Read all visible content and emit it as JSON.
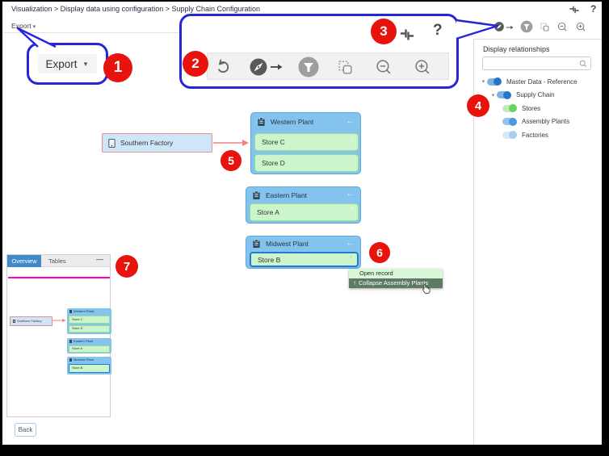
{
  "page": {
    "breadcrumb": "Visualization > Display data using configuration > Supply Chain Configuration"
  },
  "export_menu": {
    "label": "Export"
  },
  "zoom_callout_export": {
    "label": "Export"
  },
  "topbar": {
    "help": "?"
  },
  "zoom_callout_toolbar": {
    "help": "?",
    "icons": [
      "undo",
      "navigate-arrow",
      "filter",
      "copy",
      "zoom-out",
      "zoom-in",
      "fit-view",
      "help"
    ]
  },
  "callout_numbers": {
    "n1": "1",
    "n2": "2",
    "n3": "3",
    "n4": "4",
    "n5": "5",
    "n6": "6",
    "n7": "7"
  },
  "icons": {
    "caret": "▾",
    "left_arrow": "←",
    "up_arrow": "↑",
    "minimize": "—"
  },
  "sidebar": {
    "title": "Display relationships",
    "search_placeholder": "",
    "tree": [
      {
        "label": "Master Data - Reference",
        "toggle": "on-blue",
        "expanded": true
      },
      {
        "label": "Supply Chain",
        "toggle": "on-blue",
        "expanded": true
      },
      {
        "label": "Stores",
        "toggle": "on-green"
      },
      {
        "label": "Assembly Plants",
        "toggle": "on-blue"
      },
      {
        "label": "Factories",
        "toggle": "on-pale-blue"
      }
    ]
  },
  "canvas": {
    "factory_label": "Southern Factory",
    "plants": [
      {
        "title": "Western Plant",
        "stores": [
          "Store C",
          "Store D"
        ]
      },
      {
        "title": "Eastern Plant",
        "stores": [
          "Store A"
        ]
      },
      {
        "title": "Midwest Plant",
        "stores": [
          "Store B"
        ]
      }
    ],
    "context_menu": {
      "open": "Open record",
      "collapse": "Collapse Assembly Plants"
    }
  },
  "overview": {
    "tab_overview": "Overview",
    "tab_tables": "Tables"
  },
  "footer": {
    "back": "Back"
  },
  "colors": {
    "callout_blue": "#2626d8",
    "badge_red": "#e8130c",
    "plant_blue": "#85c3ef",
    "store_green": "#cdf5cc",
    "factory_fill": "#cfe5f8",
    "factory_border": "#e88f8f",
    "selection_blue": "#1f7bd4",
    "minimap_viewport_magenta": "#ff00cc",
    "menu_highlight_green": "#5f7a64",
    "overview_tab_blue": "#4189ca"
  }
}
